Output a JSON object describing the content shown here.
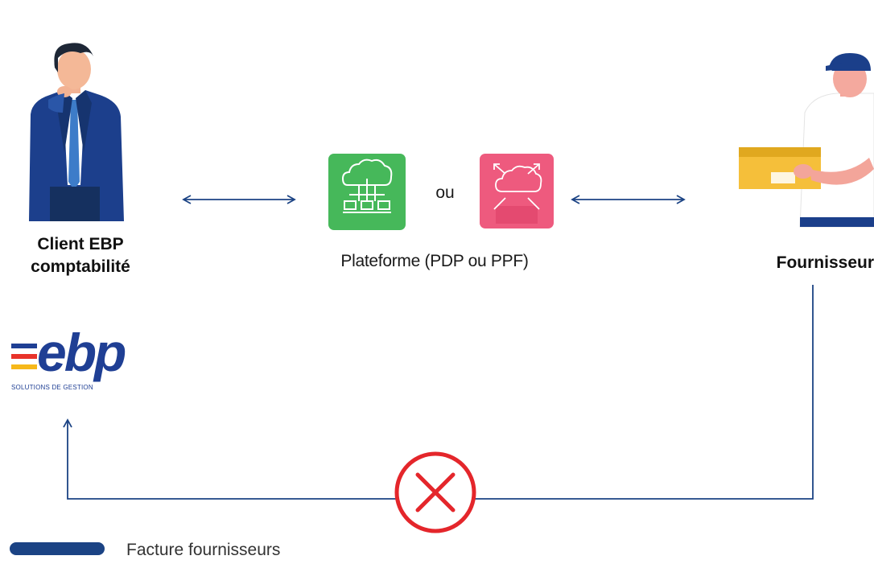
{
  "colors": {
    "navy": "#1b4384",
    "platform_green": "#46b85a",
    "platform_pink": "#ee5a7e",
    "reject_red": "#e4262b",
    "ebp_blue": "#1f3f94",
    "ebp_red": "#e8332a",
    "ebp_yellow": "#f6b81a"
  },
  "client": {
    "label_line1": "Client EBP",
    "label_line2": "comptabilité",
    "icon": "businessman-icon"
  },
  "platform": {
    "connector": "ou",
    "label": "Plateforme (PDP ou PPF)",
    "pdp_icon": "cloud-network-icon",
    "ppf_icon": "cloud-distribution-icon"
  },
  "supplier": {
    "label": "Fournisseur",
    "icon": "delivery-person-icon"
  },
  "logo": {
    "text": "ebp",
    "tagline": "SOLUTIONS DE GESTION"
  },
  "status": {
    "icon": "cross-circle-icon"
  },
  "legend": {
    "label": "Facture fournisseurs"
  }
}
